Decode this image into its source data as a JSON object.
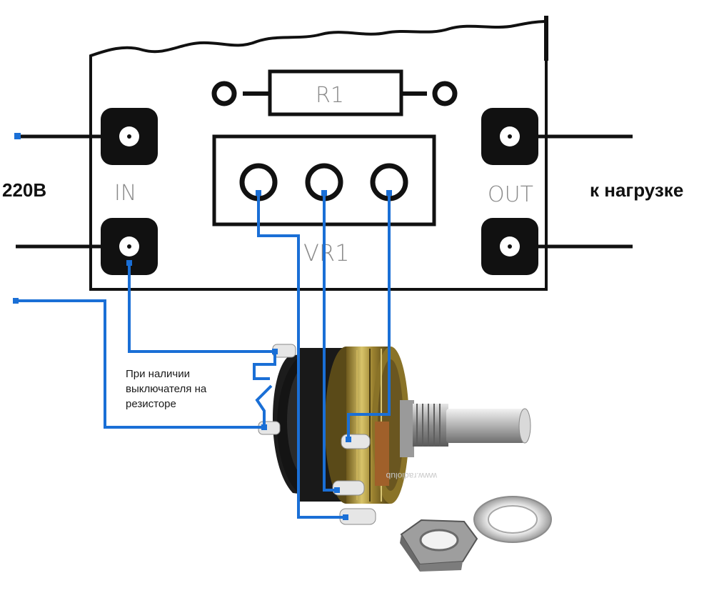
{
  "labels": {
    "resistor": "R1",
    "input": "IN",
    "output": "OUT",
    "potentiometer": "VR1",
    "voltage": "220В",
    "load": "к нагрузке",
    "switch_note": [
      "При наличии",
      "выключателя на",
      "резисторе"
    ],
    "watermark": "www.radiolub"
  },
  "colors": {
    "board_outline": "#111111",
    "terminal_pad": "#111111",
    "wire": "#1a6fd6",
    "silkscreen_text": "#8a8a8a"
  }
}
